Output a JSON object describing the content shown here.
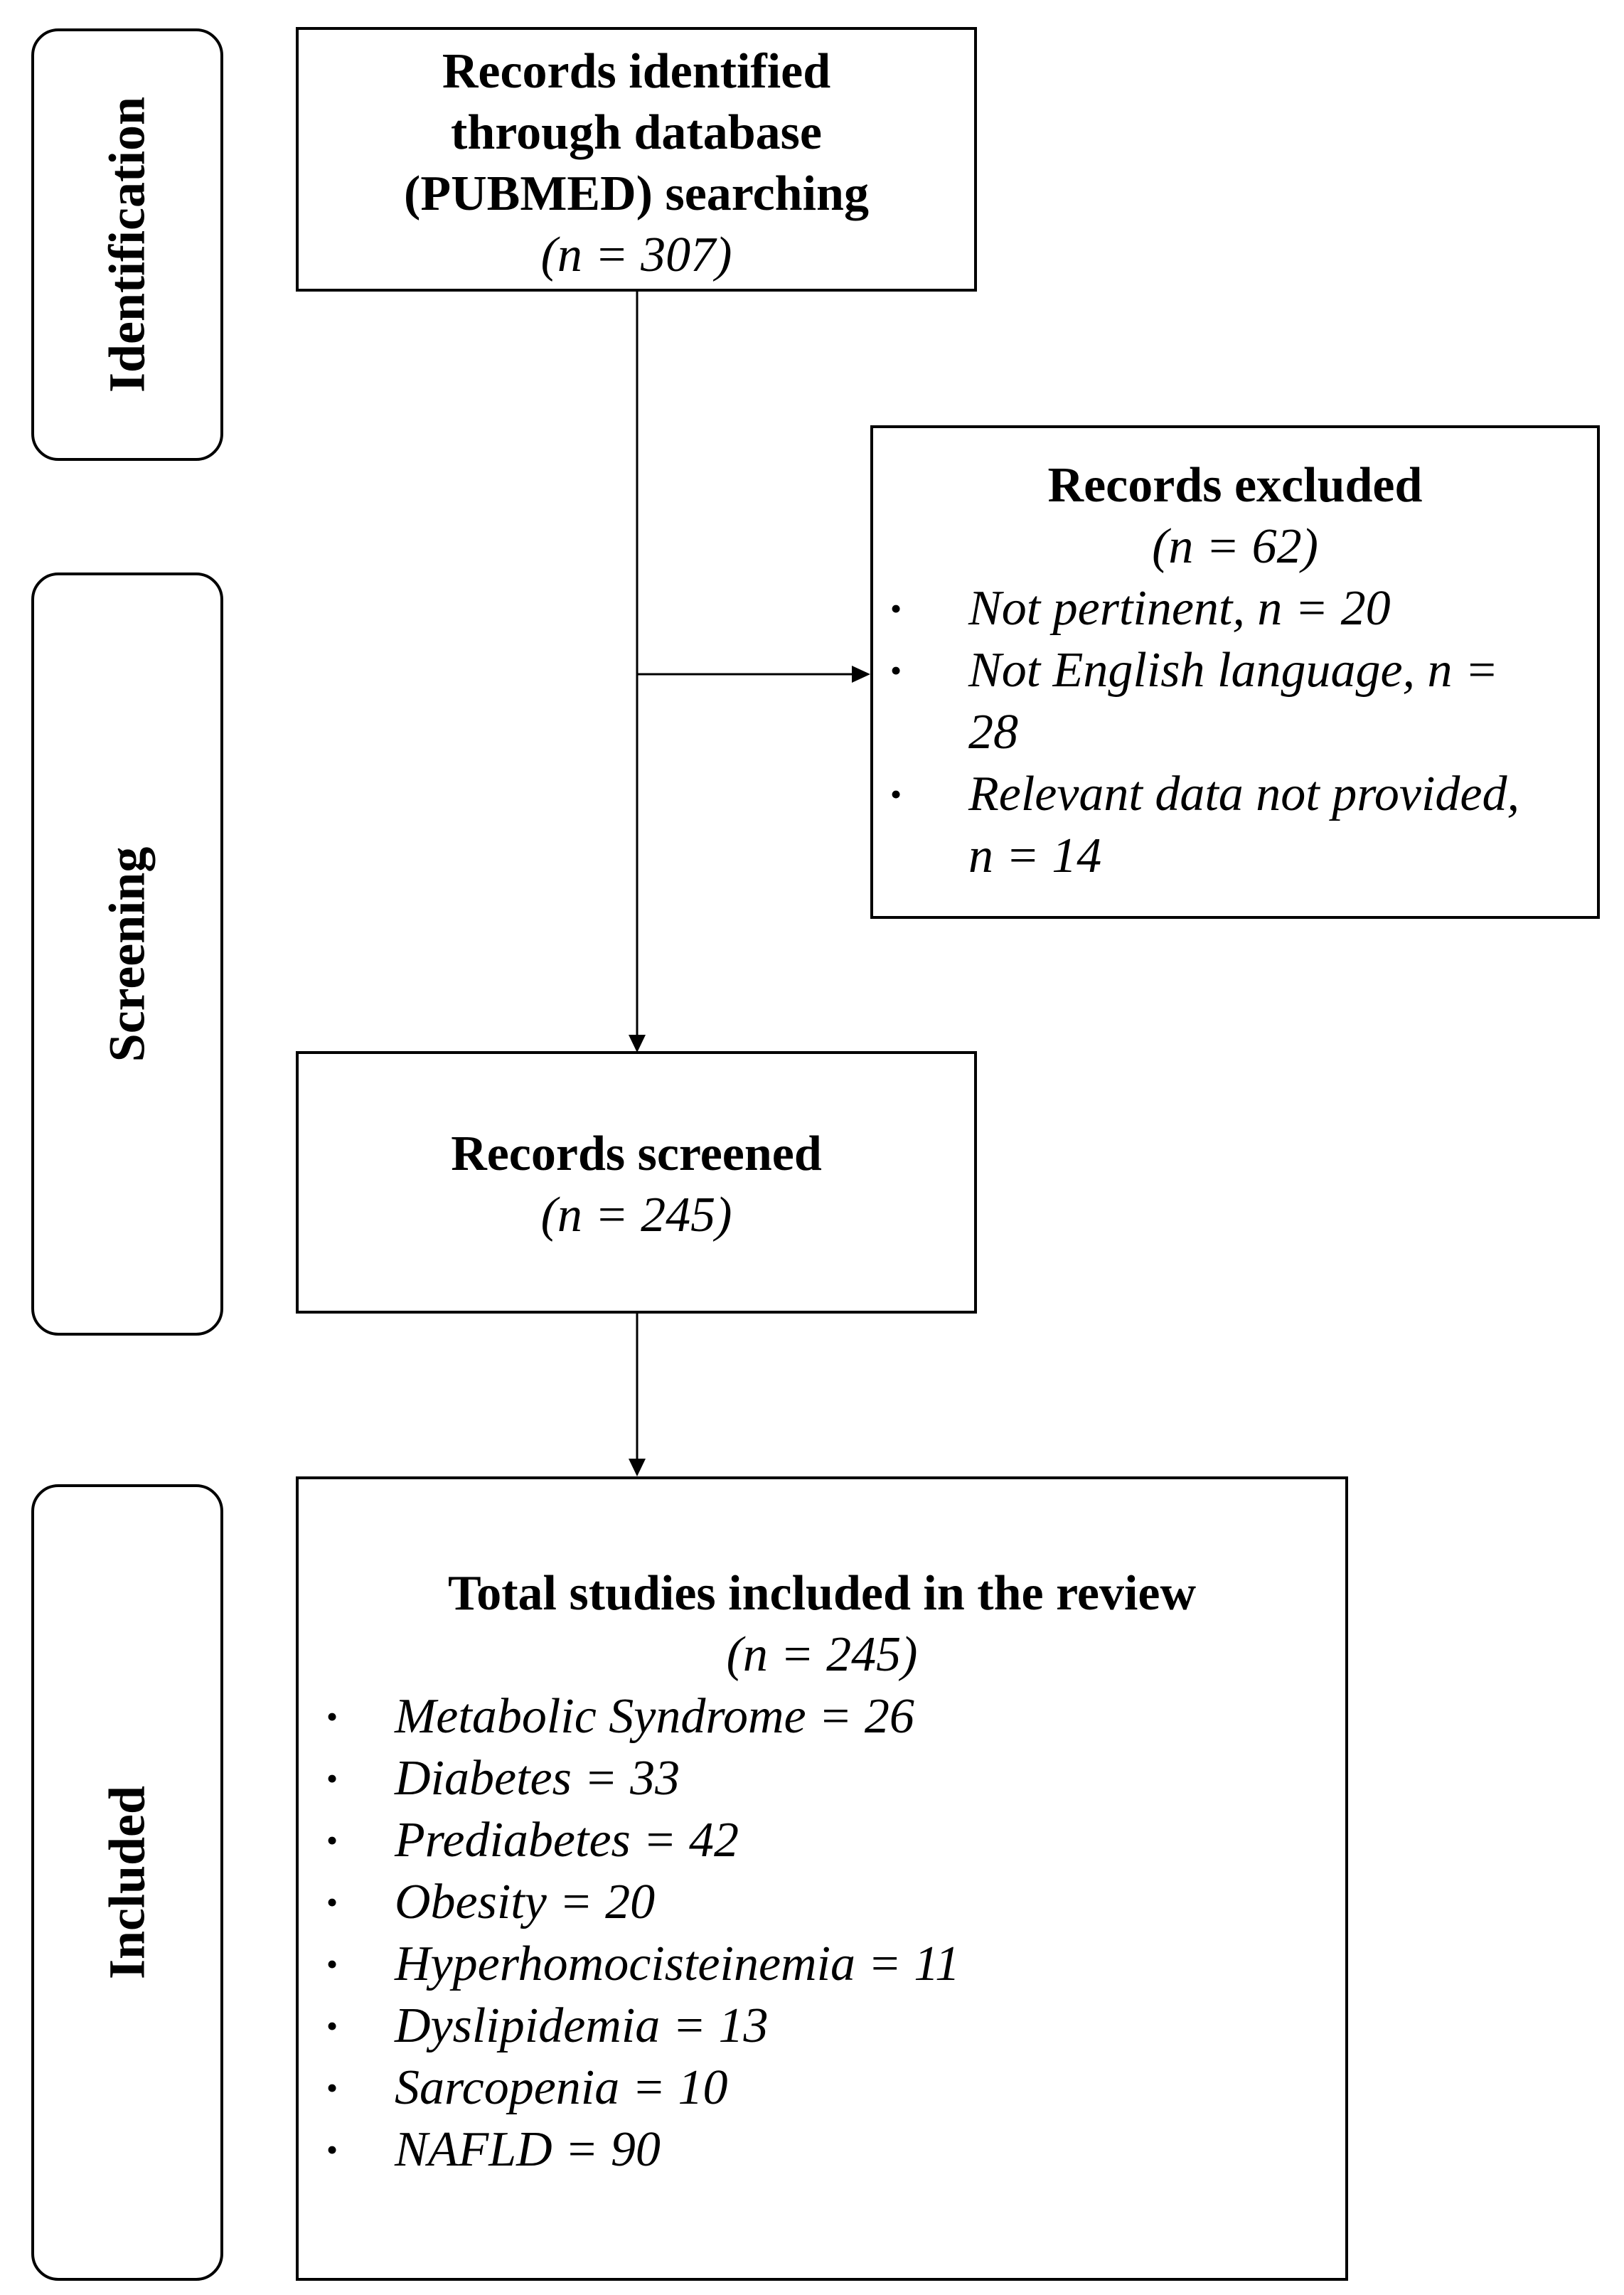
{
  "phases": {
    "identification": "Identification",
    "screening": "Screening",
    "included": "Included"
  },
  "records_identified": {
    "title": "Records identified\nthrough database\n(PUBMED) searching",
    "n": "(n = 307)"
  },
  "records_excluded": {
    "title": "Records excluded",
    "n": "(n = 62)",
    "items": [
      "Not pertinent, n = 20",
      "Not English language, n = 28",
      "Relevant data not provided, n = 14"
    ]
  },
  "records_screened": {
    "title": "Records screened",
    "n": "(n = 245)"
  },
  "total_included": {
    "title": "Total studies included in the review",
    "n": "(n = 245)",
    "items": [
      "Metabolic Syndrome = 26",
      "Diabetes = 33",
      "Prediabetes = 42",
      "Obesity = 20",
      "Hyperhomocisteinemia = 11",
      "Dyslipidemia = 13",
      "Sarcopenia = 10",
      "NAFLD = 90"
    ]
  },
  "bullet_symbol": "•"
}
